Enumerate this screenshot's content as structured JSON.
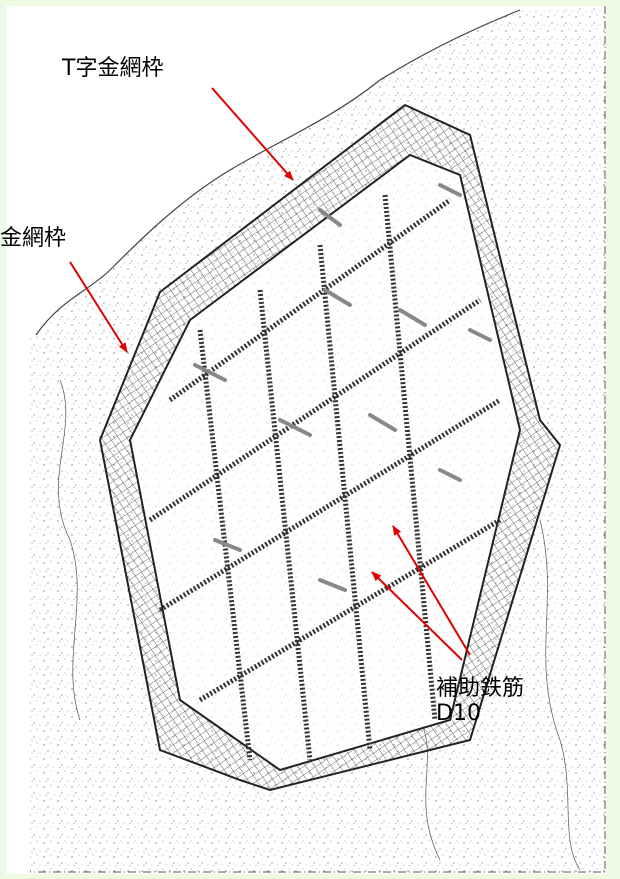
{
  "labels": {
    "t_frame": "T字金網枠",
    "wire_frame": "金網枠",
    "aux_rebar": "補助鉄筋",
    "aux_rebar_size": "D10"
  },
  "colors": {
    "background": "#eefbe4",
    "paper": "#ffffff",
    "line": "#333333",
    "arrow": "#e00000",
    "stipple": "#7a7a7a"
  }
}
